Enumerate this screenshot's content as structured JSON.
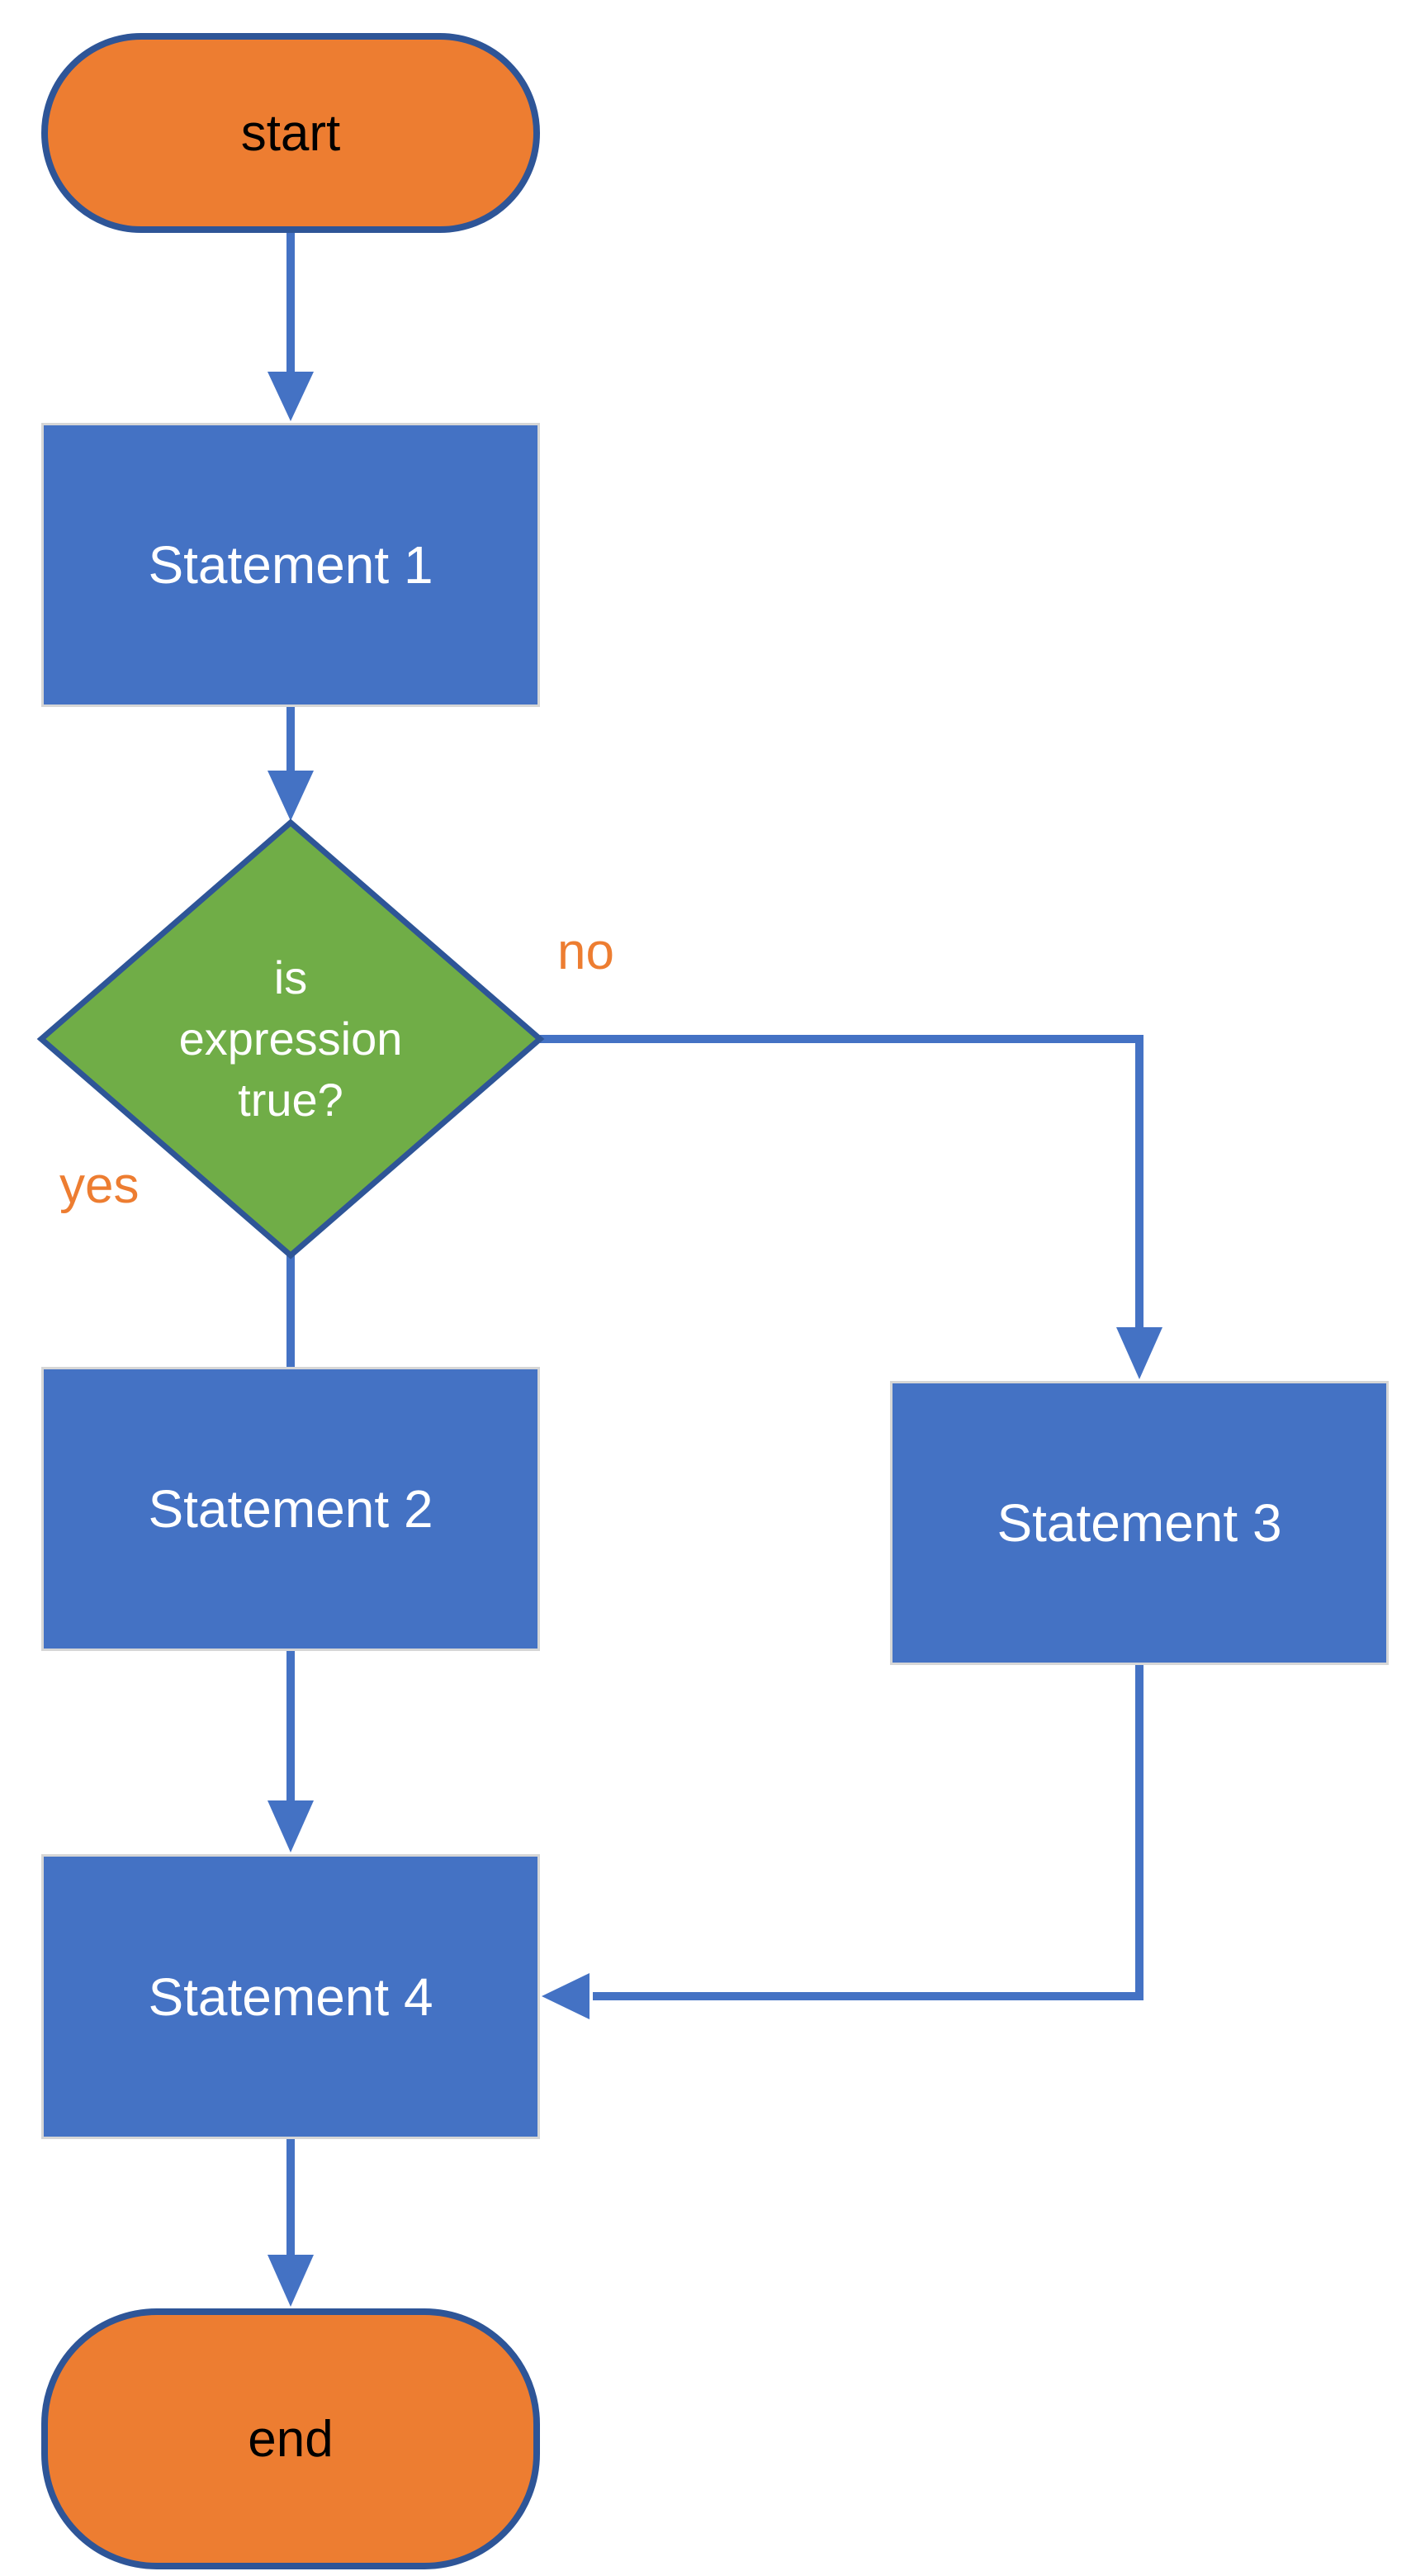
{
  "diagram": {
    "type": "flowchart",
    "background": "#FFFFFF"
  },
  "colors": {
    "process_fill": "#4472C4",
    "process_border": "#D6D6D6",
    "process_text": "#FFFFFF",
    "terminator_fill": "#ED7D31",
    "terminator_border": "#2E5597",
    "terminator_text": "#000000",
    "decision_fill": "#70AD47",
    "decision_border": "#2E5597",
    "decision_text": "#FFFFFF",
    "connector": "#4472C4",
    "edge_label": "#ED7D31"
  },
  "nodes": {
    "start": {
      "type": "terminator",
      "label": "start"
    },
    "statement1": {
      "type": "process",
      "label": "Statement 1"
    },
    "decision": {
      "type": "decision",
      "label": "is expression true?",
      "lines": [
        "is",
        "expression",
        "true?"
      ]
    },
    "statement2": {
      "type": "process",
      "label": "Statement 2"
    },
    "statement3": {
      "type": "process",
      "label": "Statement 3"
    },
    "statement4": {
      "type": "process",
      "label": "Statement 4"
    },
    "end": {
      "type": "terminator",
      "label": "end"
    }
  },
  "edges": {
    "start_to_statement1": {
      "from": "start",
      "to": "statement1",
      "arrowhead": true
    },
    "statement1_to_decision": {
      "from": "statement1",
      "to": "decision",
      "arrowhead": true
    },
    "decision_no_to_statement3": {
      "from": "decision",
      "to": "statement3",
      "arrowhead": true,
      "label": "no"
    },
    "decision_yes_to_statement2": {
      "from": "decision",
      "to": "statement2",
      "arrowhead": false,
      "label": "yes"
    },
    "statement2_to_statement4": {
      "from": "statement2",
      "to": "statement4",
      "arrowhead": true
    },
    "statement3_to_statement4": {
      "from": "statement3",
      "to": "statement4",
      "arrowhead": true
    },
    "statement4_to_end": {
      "from": "statement4",
      "to": "end",
      "arrowhead": true
    },
    "no_label": "no",
    "yes_label": "yes"
  }
}
